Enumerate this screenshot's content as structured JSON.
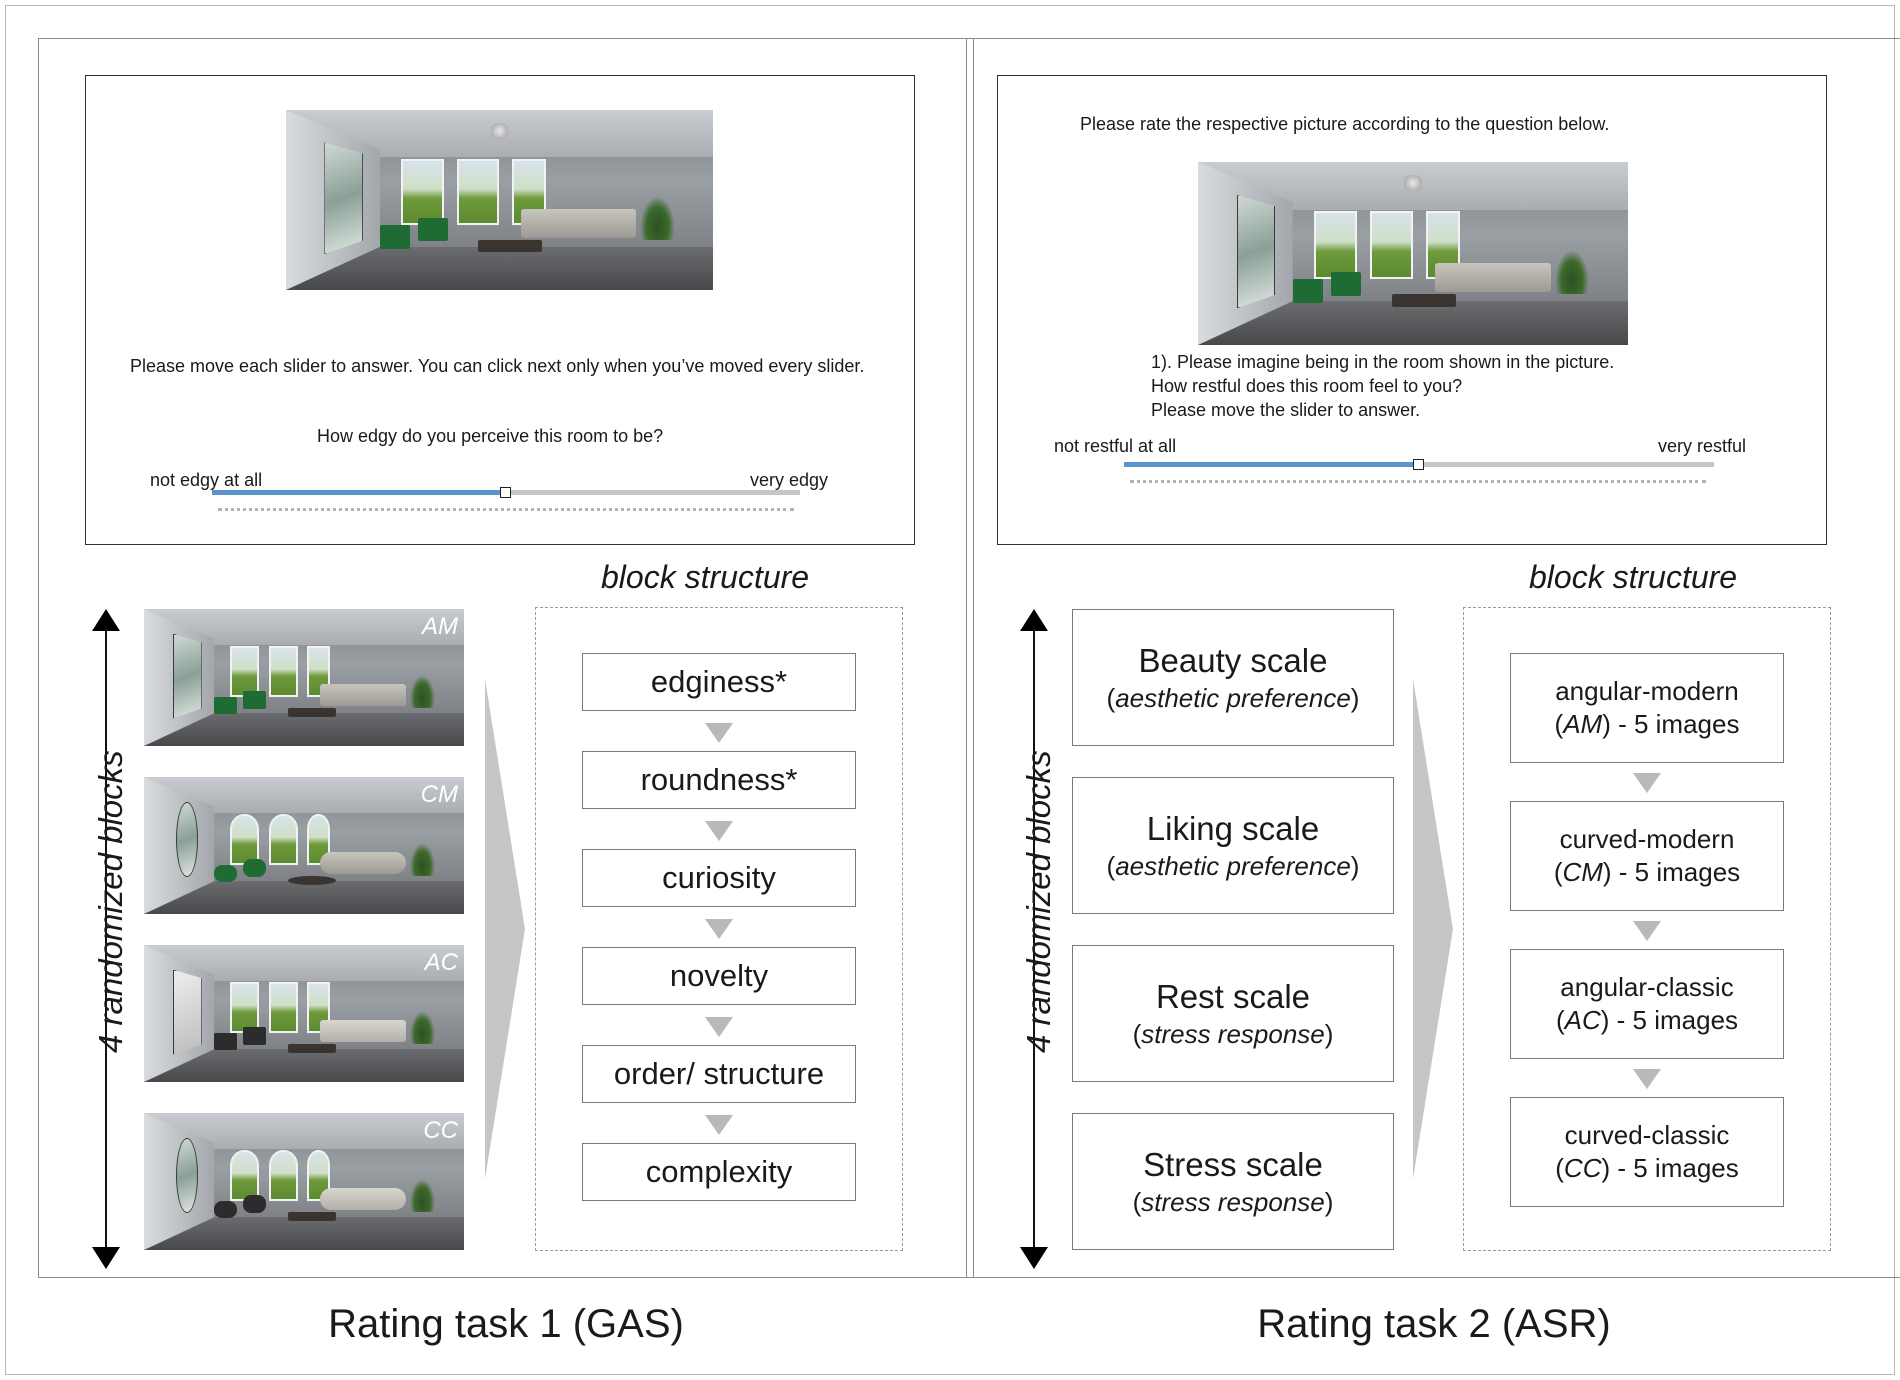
{
  "task1": {
    "caption": "Rating task 1 (GAS)",
    "screen": {
      "instructions": "Please move each slider to answer. You can click next only when you’ve moved every slider.",
      "question": "How edgy do you perceive this room to be?",
      "slider_left_label": "not edgy at all",
      "slider_right_label": "very edgy",
      "slider_value_fraction": 0.5
    },
    "axis_label": "4 randomized blocks",
    "blocks": [
      {
        "code": "AM"
      },
      {
        "code": "CM"
      },
      {
        "code": "AC"
      },
      {
        "code": "CC"
      }
    ],
    "block_structure_title": "block structure",
    "steps": [
      "edginess*",
      "roundness*",
      "curiosity",
      "novelty",
      "order/ structure",
      "complexity"
    ]
  },
  "task2": {
    "caption": "Rating task 2 (ASR)",
    "screen": {
      "header": "Please rate the respective picture according to the question below.",
      "question_line1": "1). Please imagine being in the room shown in the picture.",
      "question_line2": "How restful does this room feel to you?",
      "question_line3": "Please move the slider to answer.",
      "slider_left_label": "not restful at all",
      "slider_right_label": "very restful",
      "slider_value_fraction": 0.5
    },
    "axis_label": "4 randomized blocks",
    "scales": [
      {
        "name": "Beauty scale",
        "open": "(",
        "sub": "aesthetic preference",
        "close": ")"
      },
      {
        "name": "Liking scale",
        "open": "(",
        "sub": "aesthetic preference",
        "close": ")"
      },
      {
        "name": "Rest scale",
        "open": "(",
        "sub": "stress response",
        "close": ")"
      },
      {
        "name": "Stress scale",
        "open": "(",
        "sub": "stress response",
        "close": ")"
      }
    ],
    "block_structure_title": "block structure",
    "steps": [
      {
        "line1": "angular-modern",
        "open": "(",
        "code": "AM",
        "rest": ") - 5 images"
      },
      {
        "line1": "curved-modern",
        "open": "(",
        "code": "CM",
        "rest": ") - 5 images"
      },
      {
        "line1": "angular-classic",
        "open": "(",
        "code": "AC",
        "rest": ") - 5 images"
      },
      {
        "line1": "curved-classic",
        "open": "(",
        "code": "CC",
        "rest": ") - 5 images"
      }
    ]
  },
  "colors": {
    "slider_fill": "#5b93cf",
    "slider_track": "#c6c6c6",
    "chair_green": "#1f6b34",
    "arrow_gray": "#b9b9b9"
  }
}
